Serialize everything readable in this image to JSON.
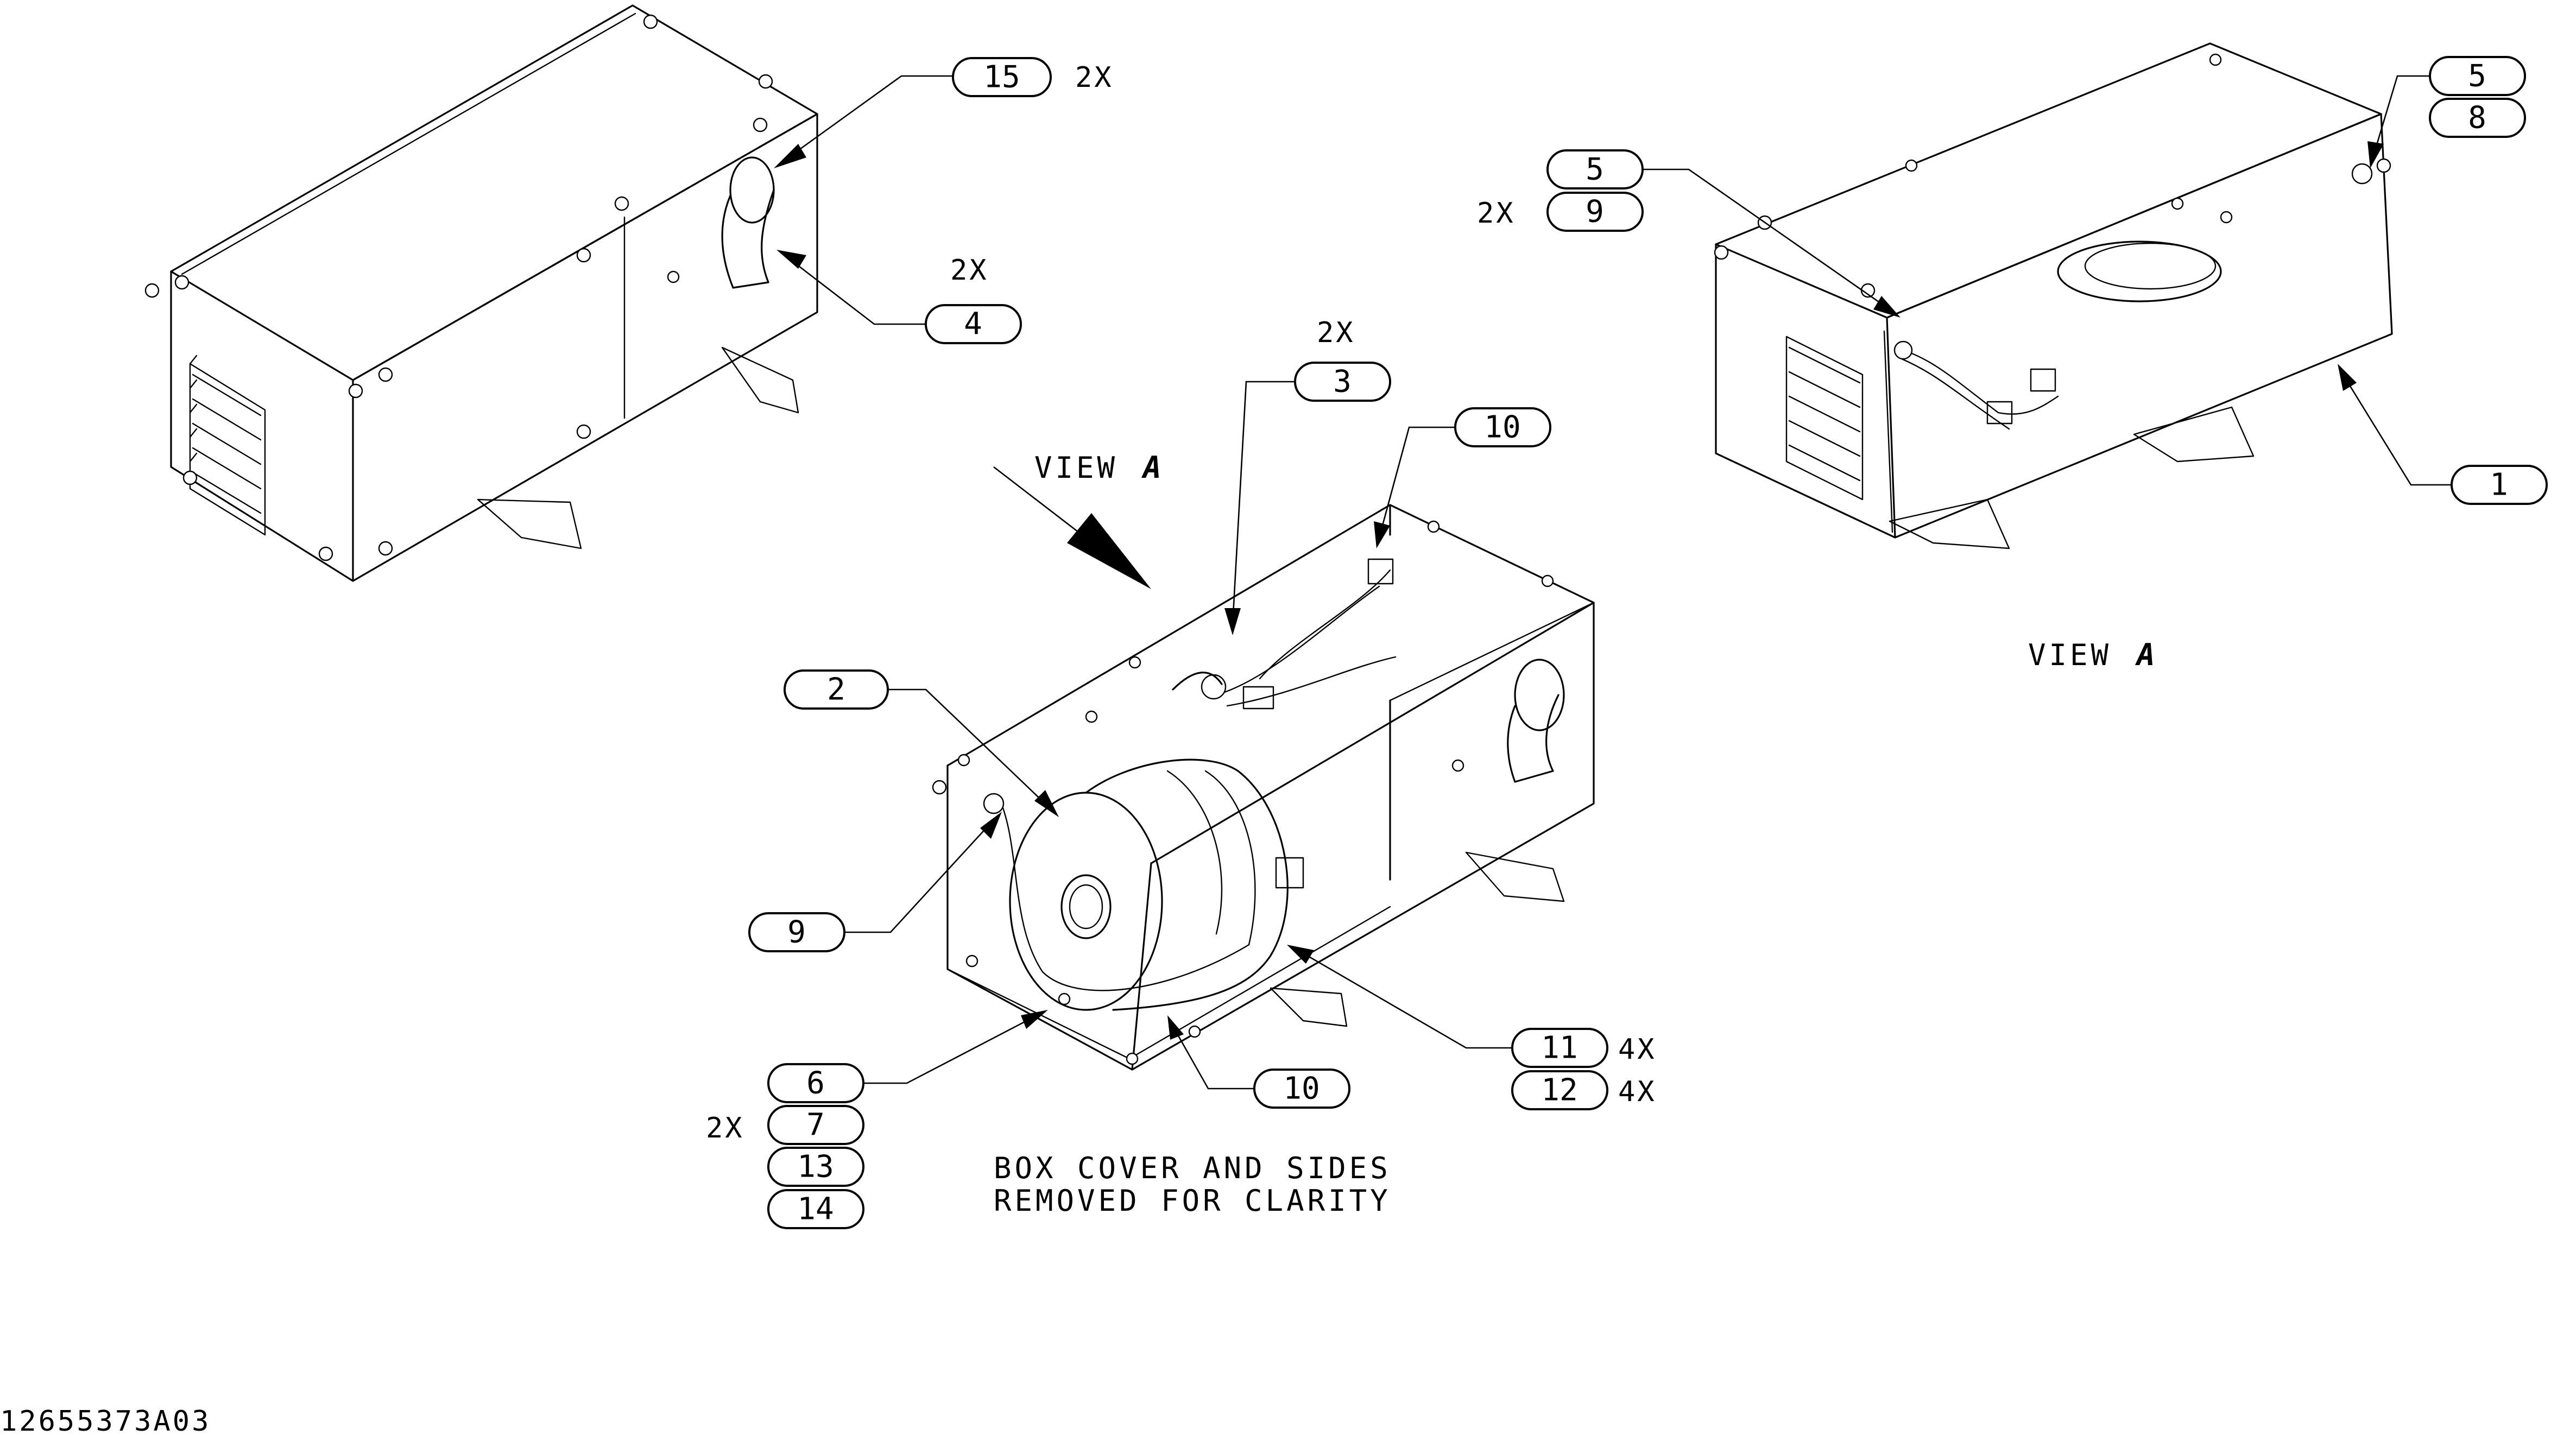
{
  "drawing_number": "12655373A03",
  "view_labels": {
    "word": "VIEW",
    "letter": "A"
  },
  "note": {
    "line1": "BOX COVER AND SIDES",
    "line2": "REMOVED FOR CLARITY"
  },
  "balloons": {
    "b15": "15",
    "b4": "4",
    "b3": "3",
    "b10a": "10",
    "b2": "2",
    "b9a": "9",
    "b6": "6",
    "b7": "7",
    "b13": "13",
    "b14": "14",
    "b10b": "10",
    "b11": "11",
    "b12": "12",
    "b5a": "5",
    "b8": "8",
    "b5b": "5",
    "b9b": "9",
    "b1": "1"
  },
  "quantities": {
    "q15": "2X",
    "q4": "2X",
    "q3": "2X",
    "q7": "2X",
    "q9": "2X",
    "q11": "4X",
    "q12": "4X"
  }
}
